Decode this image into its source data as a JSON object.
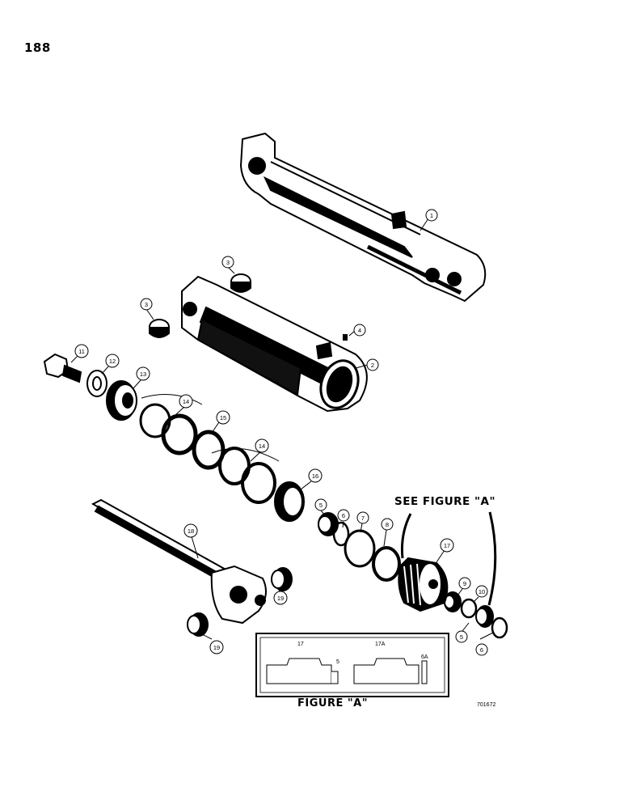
{
  "page": {
    "number": "188",
    "see_figure_label": "SEE FIGURE \"A\"",
    "figure_caption": "FIGURE \"A\"",
    "reference_number": "701672"
  },
  "callouts": {
    "c1": "1",
    "c2": "2",
    "c3a": "3",
    "c3b": "3",
    "c4": "4",
    "c5a": "5",
    "c5b": "5",
    "c6a": "6",
    "c6b": "6",
    "c7": "7",
    "c8": "8",
    "c9": "9",
    "c10": "10",
    "c11": "11",
    "c12": "12",
    "c13": "13",
    "c14a": "14",
    "c14b": "14",
    "c15": "15",
    "c16": "16",
    "c17": "17",
    "c18": "18",
    "c19a": "19",
    "c19b": "19"
  },
  "inset": {
    "label_17": "17",
    "label_5": "5",
    "label_17a": "17A",
    "label_6a": "6A"
  }
}
